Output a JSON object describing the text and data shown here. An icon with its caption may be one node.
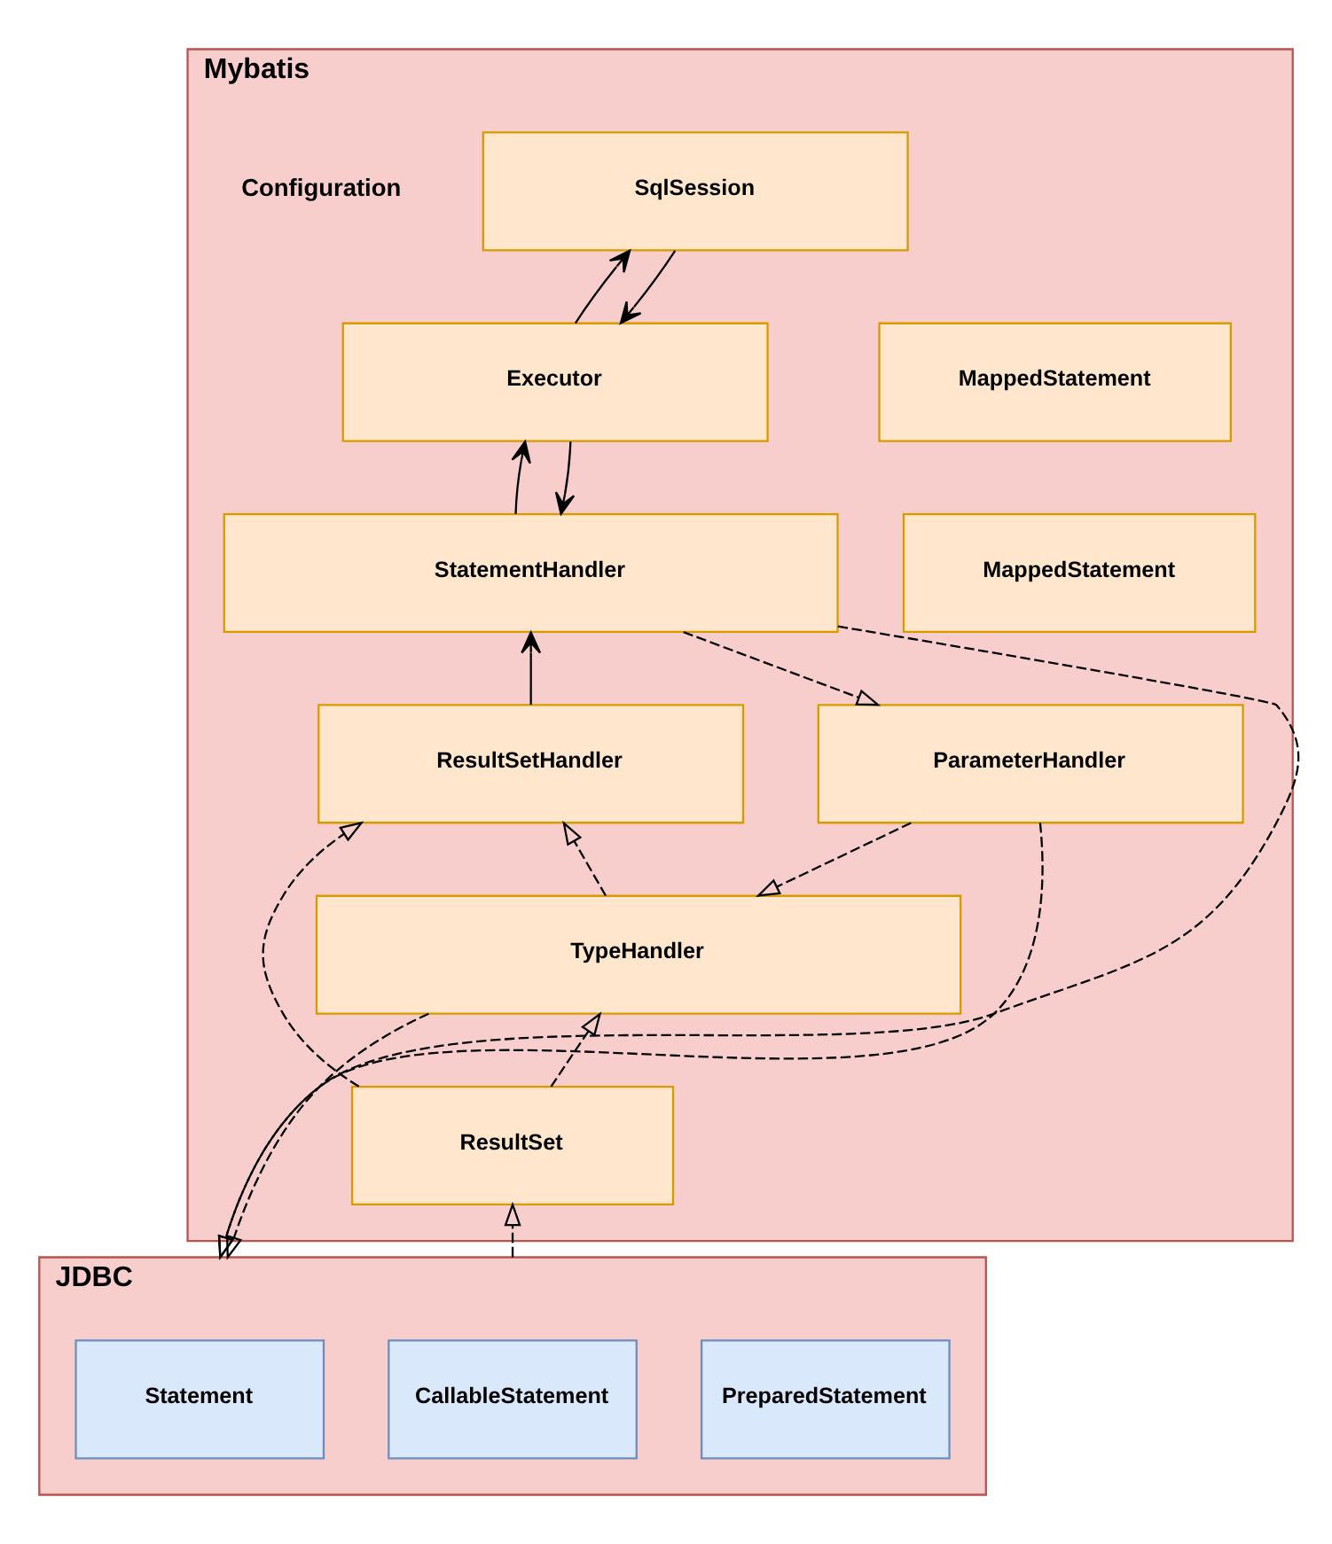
{
  "diagram": {
    "nodes": [
      {
        "text": [
          "Mybatis"
        ]
      },
      {
        "text": [
          "SqlSession"
        ],
        "in": 0
      },
      {
        "text": [
          "Executor"
        ],
        "in": 0
      },
      {
        "text": [
          "MappedStatement"
        ],
        "in": 0
      },
      {
        "text": [
          "MappedStatement"
        ],
        "in": 0
      },
      {
        "text": [
          "StatementHandler"
        ],
        "in": 0
      },
      {
        "text": [
          "ParameterHandler"
        ],
        "in": 0
      },
      {
        "text": [
          "ResultSetHandler"
        ],
        "in": 0
      },
      {
        "text": [
          "TypeHandler"
        ],
        "in": 0
      },
      {
        "text": [
          "ResultSet"
        ],
        "in": 0
      },
      {
        "text": [
          "JDBC"
        ]
      },
      {
        "text": [
          "Statement"
        ],
        "in": 10
      },
      {
        "text": [
          "CallableStatement"
        ],
        "in": 10
      },
      {
        "text": [
          "PreparedStatement"
        ],
        "in": 10
      }
    ],
    "edges": [
      {
        "from": 1,
        "to": 2,
        "arrow": "to"
      },
      {
        "from": 2,
        "to": 1,
        "arrow": "to"
      },
      {
        "from": 2,
        "to": 5,
        "arrow": "to"
      },
      {
        "from": 5,
        "to": 2,
        "arrow": "to"
      },
      {
        "from": 5,
        "to": 6,
        "arrow": "to",
        "style": "dashed"
      },
      {
        "from": 5,
        "to": 10,
        "arrow": "to",
        "style": "dashed"
      },
      {
        "from": 7,
        "to": 5,
        "arrow": "to"
      },
      {
        "from": 6,
        "to": 8,
        "arrow": "to",
        "style": "dashed"
      },
      {
        "from": 6,
        "to": 10,
        "arrow": "to",
        "style": "dashed"
      },
      {
        "from": 8,
        "to": 7,
        "arrow": "to",
        "style": "dashed"
      },
      {
        "from": 9,
        "to": 8,
        "arrow": "to",
        "style": "dashed"
      },
      {
        "from": 9,
        "to": 7,
        "arrow": "to",
        "style": "dashed"
      },
      {
        "from": 8,
        "to": 10,
        "arrow": "to",
        "style": "dashed"
      },
      {
        "from": 10,
        "to": 9,
        "arrow": "to",
        "style": "dashed"
      }
    ],
    "labels": [
      "Configuration"
    ]
  }
}
